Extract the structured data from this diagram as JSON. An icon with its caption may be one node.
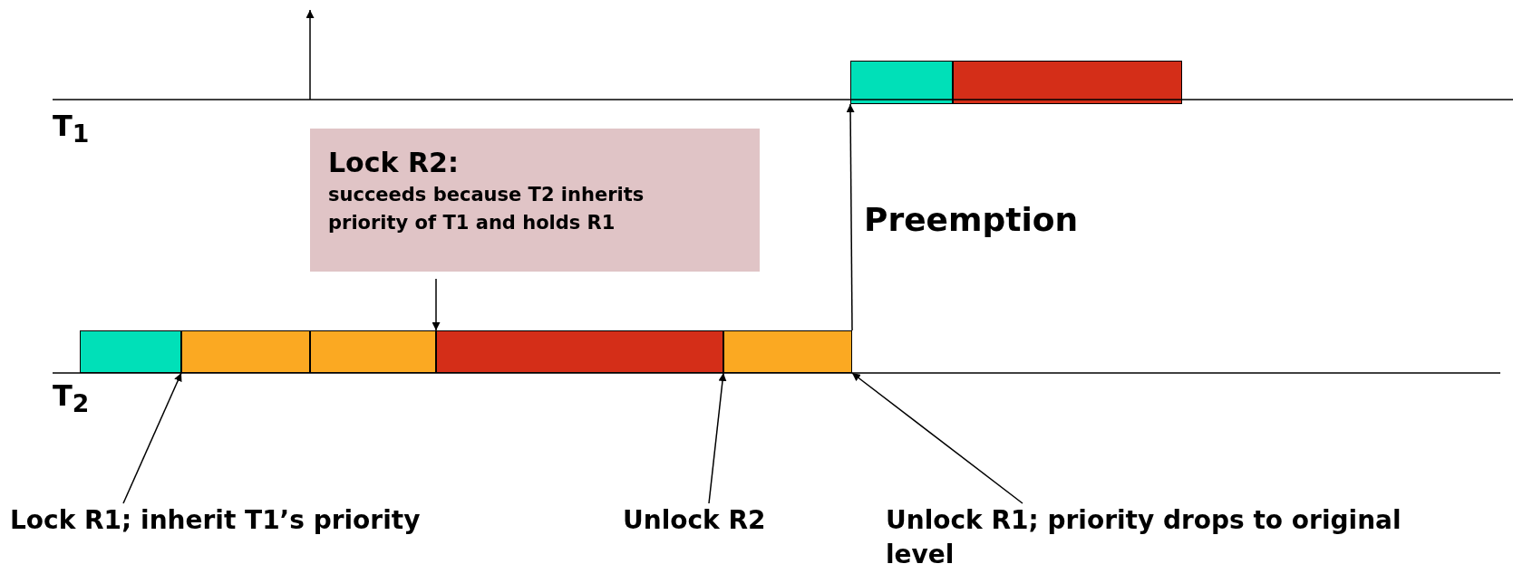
{
  "diagram": {
    "nodes": [
      {
        "text": [],
        "shape": "bar"
      },
      {
        "text": [],
        "shape": "bar"
      },
      {
        "text": [
          "Lock R2:",
          "succeeds because T2 inherits priority of T1 and holds R1"
        ]
      },
      {
        "text": [],
        "shape": "bar"
      },
      {
        "text": [],
        "shape": "bar"
      },
      {
        "text": [],
        "shape": "bar"
      },
      {
        "text": [],
        "shape": "bar"
      },
      {
        "text": [],
        "shape": "bar"
      },
      {
        "text": [
          "Lock R1; inherit T1’s priority"
        ]
      },
      {
        "text": [
          "Unlock R2"
        ]
      },
      {
        "text": [
          "Unlock R1; priority drops to original level"
        ]
      }
    ],
    "edges": [
      {
        "from": 2,
        "to": 6,
        "arrow": "to"
      },
      {
        "from": 7,
        "to": 0,
        "arrow": "to",
        "label": "Preemption"
      },
      {
        "from": 8,
        "to": 4,
        "arrow": "to"
      },
      {
        "from": 9,
        "to": 7,
        "arrow": "to"
      },
      {
        "from": 10,
        "to": 7,
        "arrow": "to"
      }
    ],
    "labels": [
      "T$_{1}$",
      "T$_{2}$"
    ]
  }
}
